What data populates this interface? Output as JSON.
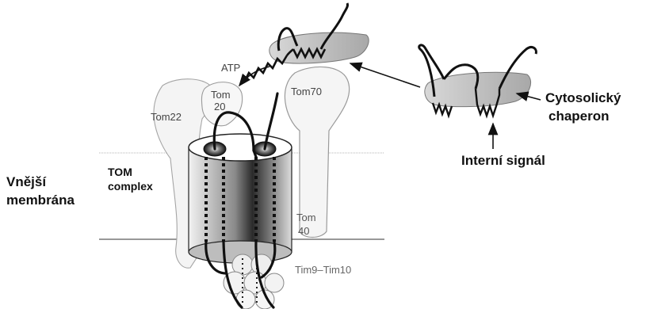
{
  "labels": {
    "atp": "ATP",
    "tom70": "Tom70",
    "tom20_line1": "Tom",
    "tom20_line2": "20",
    "tom22": "Tom22",
    "tom_complex_line1": "TOM",
    "tom_complex_line2": "complex",
    "tom40_line1": "Tom",
    "tom40_line2": "40",
    "tim9_tim10": "Tim9–Tim10",
    "outer_membrane_line1": "Vnější",
    "outer_membrane_line2": "membrána",
    "chaperone_line1": "Cytosolický",
    "chaperone_line2": "chaperon",
    "internal_signal": "Interní signál"
  },
  "colors": {
    "protein_gray": "#cfcfcf",
    "outline_gray": "#9a9a9a",
    "chain": "#111111",
    "membrane_line": "#9a9a9a"
  }
}
